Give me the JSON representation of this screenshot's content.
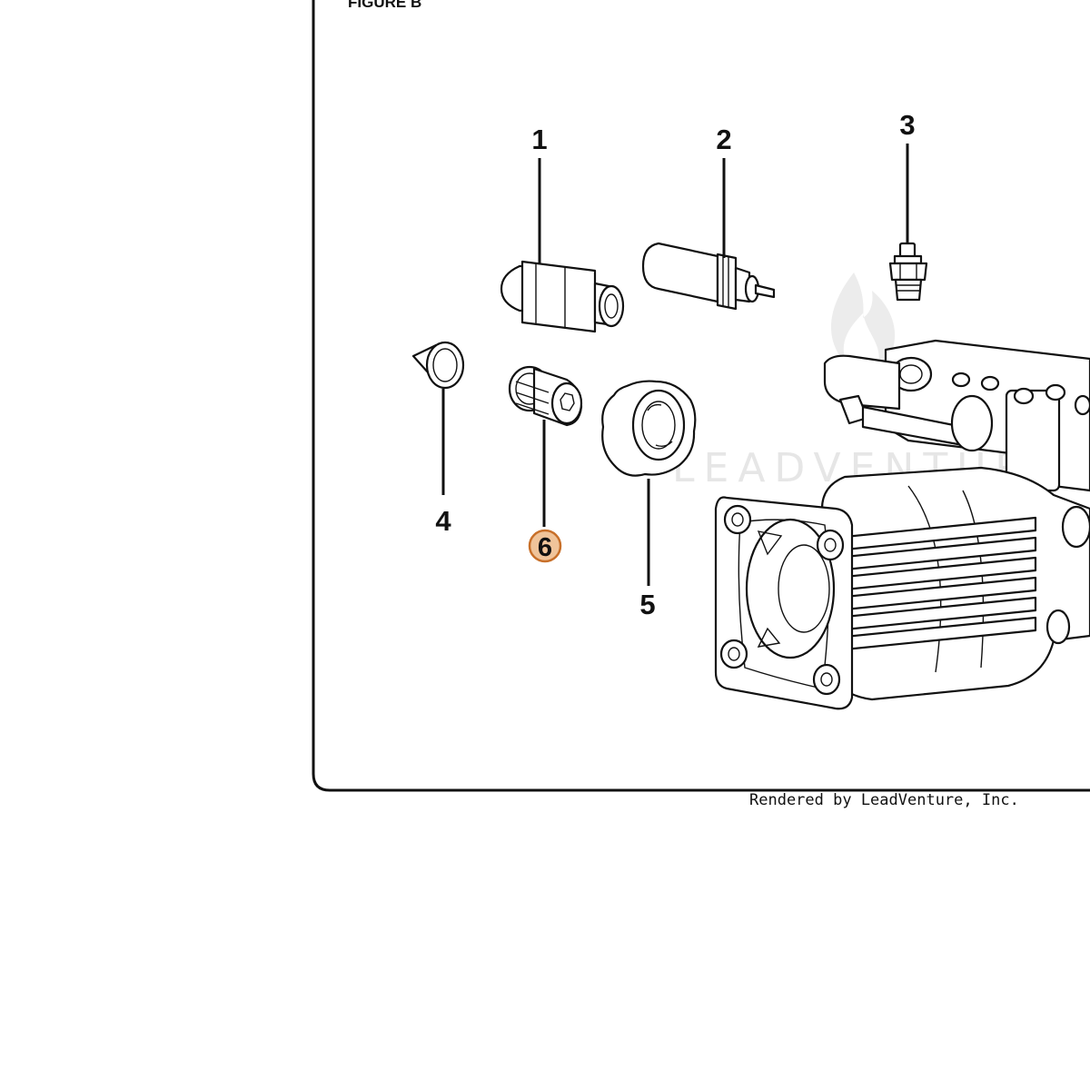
{
  "figure": {
    "label": "FIGURE B"
  },
  "callouts": [
    {
      "number": "1",
      "part": "part-1-fitting"
    },
    {
      "number": "2",
      "part": "part-2-valve"
    },
    {
      "number": "3",
      "part": "part-3-nipple"
    },
    {
      "number": "4",
      "part": "part-4-filter"
    },
    {
      "number": "5",
      "part": "part-5-nut"
    },
    {
      "number": "6",
      "part": "part-6-plug",
      "highlighted": true
    }
  ],
  "watermark": {
    "text": "LEADVENTURE"
  },
  "footer": {
    "credit": "Rendered by LeadVenture, Inc."
  },
  "colors": {
    "highlight_fill": "#f0c49a",
    "highlight_stroke": "#c8702a",
    "line": "#111111",
    "watermark": "#e6e6e6"
  }
}
